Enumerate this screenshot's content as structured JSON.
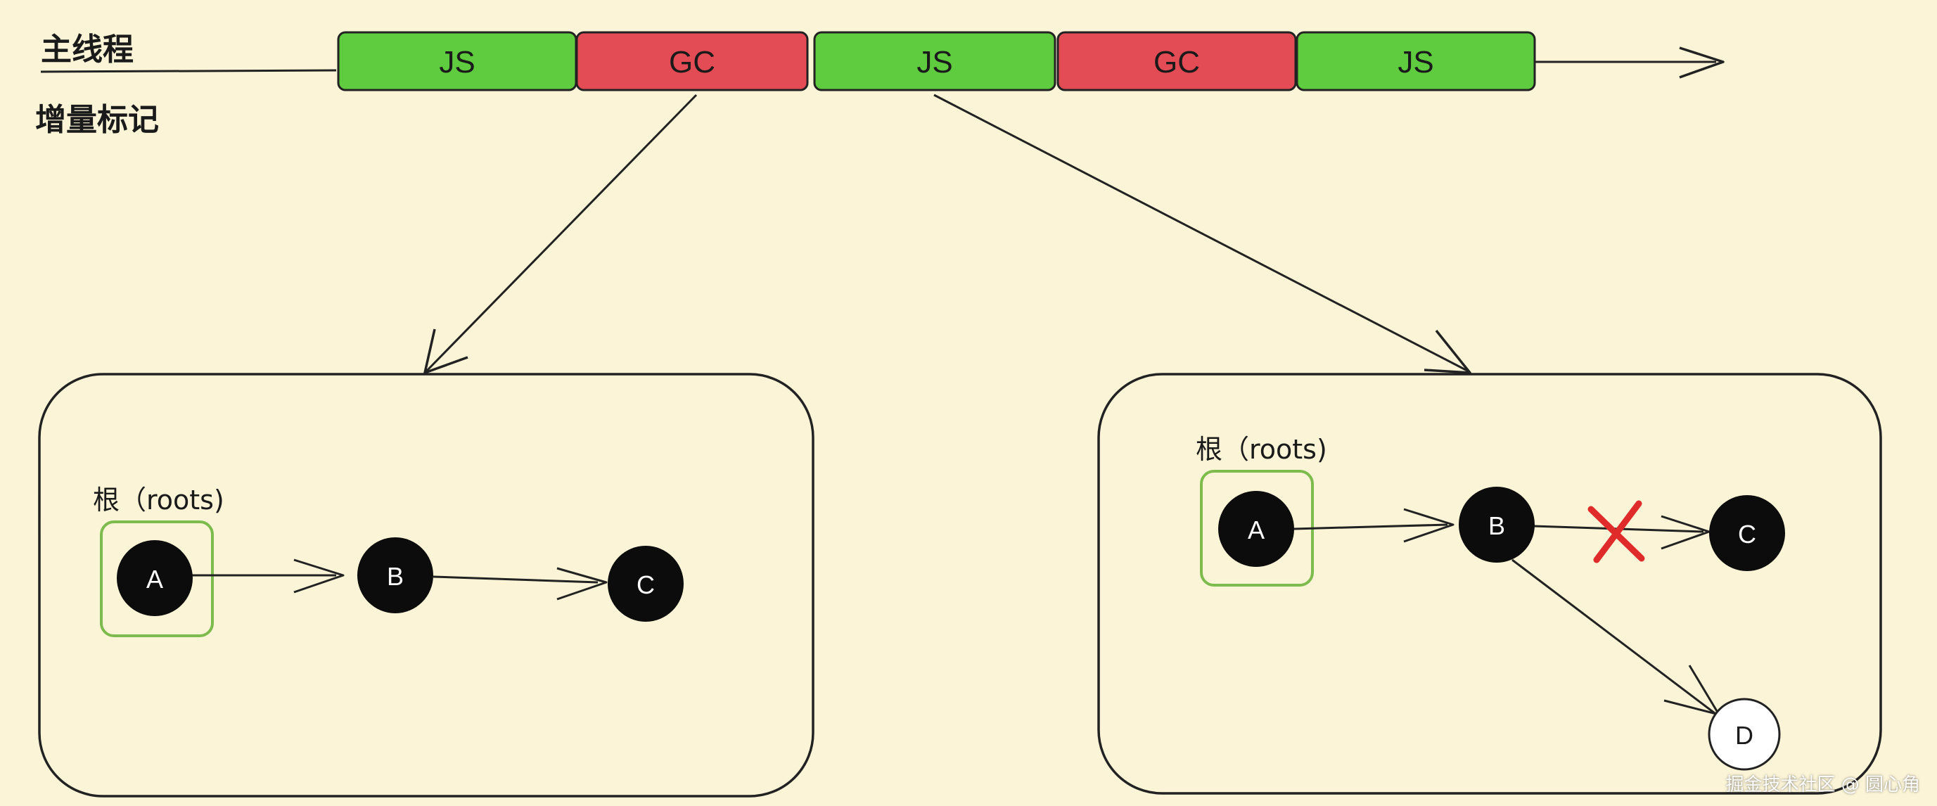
{
  "timeline": {
    "label_main": "主线程",
    "label_incremental": "增量标记",
    "segments": [
      {
        "text": "JS",
        "kind": "js"
      },
      {
        "text": "GC",
        "kind": "gc"
      },
      {
        "text": "JS",
        "kind": "js"
      },
      {
        "text": "GC",
        "kind": "gc"
      },
      {
        "text": "JS",
        "kind": "js"
      }
    ]
  },
  "left_panel": {
    "root_label": "根（roots)",
    "nodes": [
      "A",
      "B",
      "C"
    ]
  },
  "right_panel": {
    "root_label": "根（roots)",
    "nodes": [
      "A",
      "B",
      "C",
      "D"
    ]
  },
  "watermark": "掘金技术社区 @ 圆心角",
  "colors": {
    "background": "#fbf4d7",
    "js_segment": "#5fcb3f",
    "gc_segment": "#e34b55",
    "root_highlight": "#7dbb4c",
    "cut_mark": "#e02b2b",
    "node_black": "#0c0c0c",
    "node_white": "#ffffff"
  }
}
